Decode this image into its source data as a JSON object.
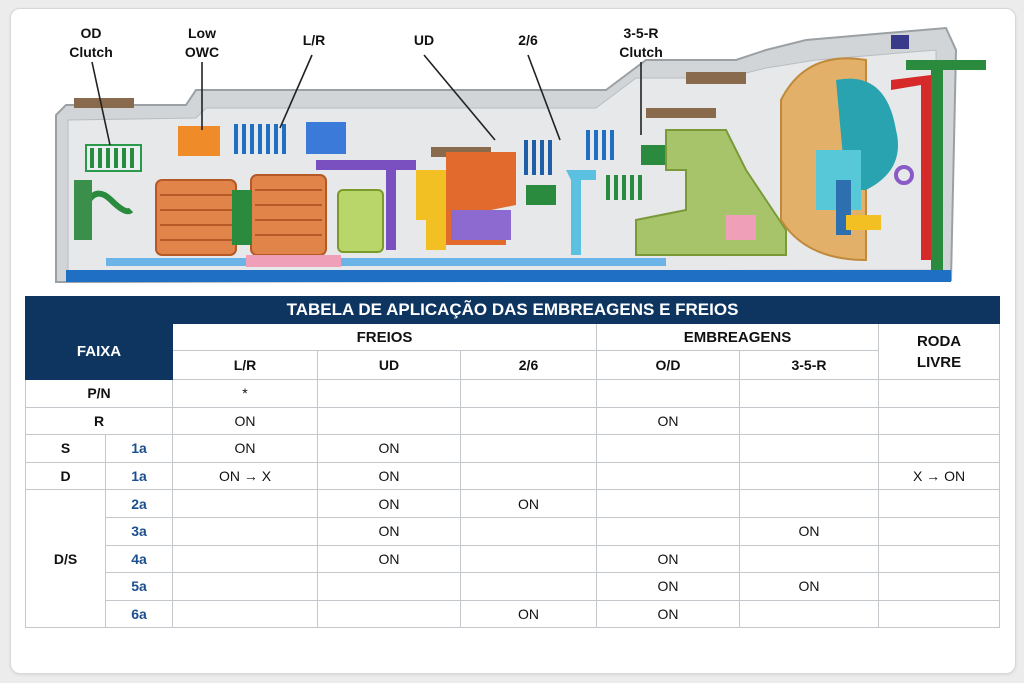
{
  "diagram": {
    "labels": {
      "od_clutch": [
        "OD",
        "Clutch"
      ],
      "low_owc": [
        "Low",
        "OWC"
      ],
      "lr": "L/R",
      "ud": "UD",
      "b26": "2/6",
      "c35r": [
        "3-5-R",
        "Clutch"
      ]
    }
  },
  "table": {
    "title": "TABELA DE APLICAÇÃO DAS EMBREAGENS E FREIOS",
    "faixa_header": "FAIXA",
    "group_headers": {
      "freios": "FREIOS",
      "embreagens": "EMBREAGENS",
      "roda_livre": [
        "RODA",
        "LIVRE"
      ]
    },
    "sub_headers": {
      "lr": "L/R",
      "ud": "UD",
      "b26": "2/6",
      "od": "O/D",
      "c35r": "3-5-R"
    },
    "rows": [
      {
        "range": "P/N",
        "gear": "",
        "lr": "*",
        "ud": "",
        "b26": "",
        "od": "",
        "c35r": "",
        "rl": ""
      },
      {
        "range": "R",
        "gear": "",
        "lr": "ON",
        "ud": "",
        "b26": "",
        "od": "ON",
        "c35r": "",
        "rl": ""
      },
      {
        "range": "S",
        "gear": "1a",
        "lr": "ON",
        "ud": "ON",
        "b26": "",
        "od": "",
        "c35r": "",
        "rl": ""
      },
      {
        "range": "D",
        "gear": "1a",
        "lr": "ON → X",
        "ud": "ON",
        "b26": "",
        "od": "",
        "c35r": "",
        "rl": "X → ON"
      },
      {
        "range": "D/S",
        "gear": "2a",
        "lr": "",
        "ud": "ON",
        "b26": "ON",
        "od": "",
        "c35r": "",
        "rl": ""
      },
      {
        "range": "",
        "gear": "3a",
        "lr": "",
        "ud": "ON",
        "b26": "",
        "od": "",
        "c35r": "ON",
        "rl": ""
      },
      {
        "range": "",
        "gear": "4a",
        "lr": "",
        "ud": "ON",
        "b26": "",
        "od": "ON",
        "c35r": "",
        "rl": ""
      },
      {
        "range": "",
        "gear": "5a",
        "lr": "",
        "ud": "",
        "b26": "",
        "od": "ON",
        "c35r": "ON",
        "rl": ""
      },
      {
        "range": "",
        "gear": "6a",
        "lr": "",
        "ud": "",
        "b26": "ON",
        "od": "ON",
        "c35r": "",
        "rl": ""
      }
    ]
  },
  "colors": {
    "header_navy": "#0e3560",
    "gear_blue": "#1d4f8f",
    "housing_gray": "#cfd2d4",
    "shaft_blue": "#1f6fc5"
  }
}
